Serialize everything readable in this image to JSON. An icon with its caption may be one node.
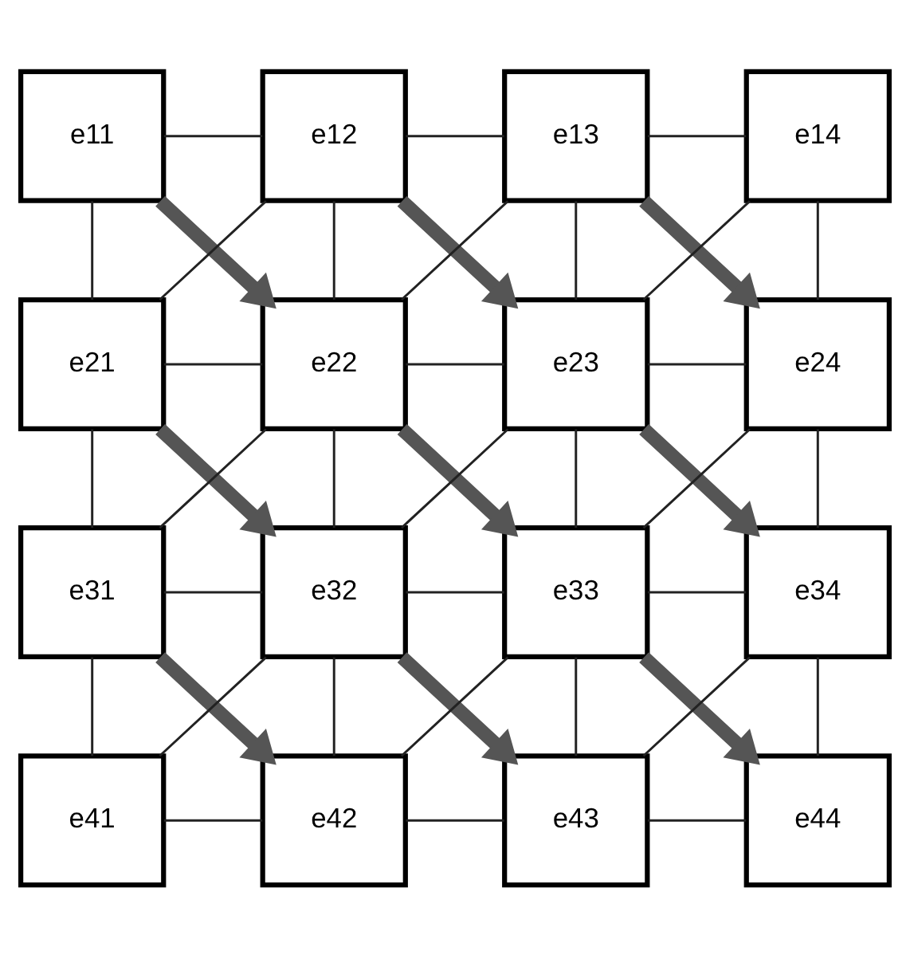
{
  "diagram": {
    "nodes": [
      {
        "text": [
          "e11"
        ]
      },
      {
        "text": [
          "e12"
        ]
      },
      {
        "text": [
          "e13"
        ]
      },
      {
        "text": [
          "e14"
        ]
      },
      {
        "text": [
          "e21"
        ]
      },
      {
        "text": [
          "e22"
        ]
      },
      {
        "text": [
          "e23"
        ]
      },
      {
        "text": [
          "e24"
        ]
      },
      {
        "text": [
          "e31"
        ]
      },
      {
        "text": [
          "e32"
        ]
      },
      {
        "text": [
          "e33"
        ]
      },
      {
        "text": [
          "e34"
        ]
      },
      {
        "text": [
          "e41"
        ]
      },
      {
        "text": [
          "e42"
        ]
      },
      {
        "text": [
          "e43"
        ]
      },
      {
        "text": [
          "e44"
        ]
      }
    ],
    "edges": [
      {
        "from": 0,
        "to": 1,
        "arrow": "none"
      },
      {
        "from": 1,
        "to": 2,
        "arrow": "none"
      },
      {
        "from": 2,
        "to": 3,
        "arrow": "none"
      },
      {
        "from": 4,
        "to": 5,
        "arrow": "none"
      },
      {
        "from": 5,
        "to": 6,
        "arrow": "none"
      },
      {
        "from": 6,
        "to": 7,
        "arrow": "none"
      },
      {
        "from": 8,
        "to": 9,
        "arrow": "none"
      },
      {
        "from": 9,
        "to": 10,
        "arrow": "none"
      },
      {
        "from": 10,
        "to": 11,
        "arrow": "none"
      },
      {
        "from": 12,
        "to": 13,
        "arrow": "none"
      },
      {
        "from": 13,
        "to": 14,
        "arrow": "none"
      },
      {
        "from": 14,
        "to": 15,
        "arrow": "none"
      },
      {
        "from": 0,
        "to": 4,
        "arrow": "none"
      },
      {
        "from": 1,
        "to": 5,
        "arrow": "none"
      },
      {
        "from": 2,
        "to": 6,
        "arrow": "none"
      },
      {
        "from": 3,
        "to": 7,
        "arrow": "none"
      },
      {
        "from": 4,
        "to": 8,
        "arrow": "none"
      },
      {
        "from": 5,
        "to": 9,
        "arrow": "none"
      },
      {
        "from": 6,
        "to": 10,
        "arrow": "none"
      },
      {
        "from": 7,
        "to": 11,
        "arrow": "none"
      },
      {
        "from": 8,
        "to": 12,
        "arrow": "none"
      },
      {
        "from": 9,
        "to": 13,
        "arrow": "none"
      },
      {
        "from": 10,
        "to": 14,
        "arrow": "none"
      },
      {
        "from": 11,
        "to": 15,
        "arrow": "none"
      },
      {
        "from": 1,
        "to": 4,
        "arrow": "none"
      },
      {
        "from": 2,
        "to": 5,
        "arrow": "none"
      },
      {
        "from": 3,
        "to": 6,
        "arrow": "none"
      },
      {
        "from": 5,
        "to": 8,
        "arrow": "none"
      },
      {
        "from": 6,
        "to": 9,
        "arrow": "none"
      },
      {
        "from": 7,
        "to": 10,
        "arrow": "none"
      },
      {
        "from": 9,
        "to": 12,
        "arrow": "none"
      },
      {
        "from": 10,
        "to": 13,
        "arrow": "none"
      },
      {
        "from": 11,
        "to": 14,
        "arrow": "none"
      },
      {
        "from": 0,
        "to": 5,
        "arrow": "to",
        "style": "thick",
        "color": "#555555"
      },
      {
        "from": 1,
        "to": 6,
        "arrow": "to",
        "style": "thick",
        "color": "#555555"
      },
      {
        "from": 2,
        "to": 7,
        "arrow": "to",
        "style": "thick",
        "color": "#555555"
      },
      {
        "from": 4,
        "to": 9,
        "arrow": "to",
        "style": "thick",
        "color": "#555555"
      },
      {
        "from": 5,
        "to": 10,
        "arrow": "to",
        "style": "thick",
        "color": "#555555"
      },
      {
        "from": 6,
        "to": 11,
        "arrow": "to",
        "style": "thick",
        "color": "#555555"
      },
      {
        "from": 8,
        "to": 13,
        "arrow": "to",
        "style": "thick",
        "color": "#555555"
      },
      {
        "from": 9,
        "to": 14,
        "arrow": "to",
        "style": "thick",
        "color": "#555555"
      },
      {
        "from": 10,
        "to": 15,
        "arrow": "to",
        "style": "thick",
        "color": "#555555"
      }
    ]
  }
}
